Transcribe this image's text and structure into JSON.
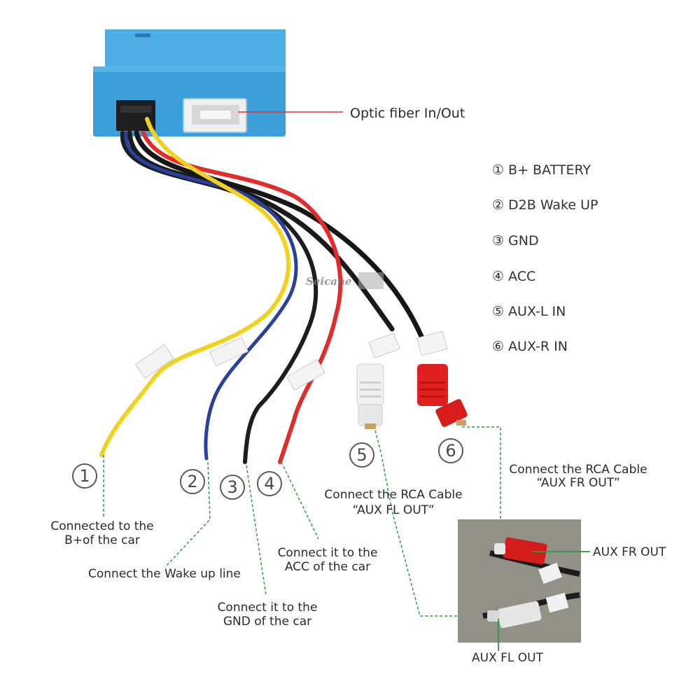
{
  "title_callout": "Optic fiber In/Out",
  "legend": [
    {
      "num": "①",
      "label": "B+ BATTERY"
    },
    {
      "num": "②",
      "label": "D2B Wake UP"
    },
    {
      "num": "③",
      "label": "GND"
    },
    {
      "num": "④",
      "label": "ACC"
    },
    {
      "num": "⑤",
      "label": "AUX-L IN"
    },
    {
      "num": "⑥",
      "label": "AUX-R IN"
    }
  ],
  "markers": [
    "1",
    "2",
    "3",
    "4",
    "5",
    "6"
  ],
  "notes": {
    "n1_line1": "Connected to the",
    "n1_line2": "B+of the car",
    "n2": "Connect the Wake up line",
    "n3_line1": "Connect it to the",
    "n3_line2": "GND of the car",
    "n4_line1": "Connect it to the",
    "n4_line2": "ACC of the car",
    "n5_line1": "Connect the RCA Cable",
    "n5_line2": "“AUX FL OUT”",
    "n6_line1": "Connect the RCA Cable",
    "n6_line2": "“AUX FR OUT”"
  },
  "photo_labels": {
    "fr": "AUX FR OUT",
    "fl": "AUX FL OUT"
  },
  "watermark": "Seicane",
  "colors": {
    "box": "#3fa0d8",
    "yellow": "#f2d21e",
    "blue": "#2b3f9c",
    "red": "#e22b2b",
    "black": "#1a1a1a",
    "guide": "#2e9a46"
  }
}
